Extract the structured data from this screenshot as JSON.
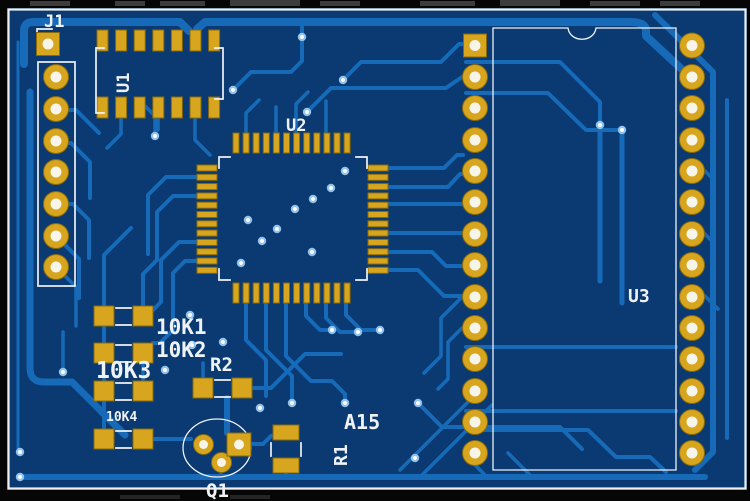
{
  "board": {
    "designators": {
      "j1": "J1",
      "u1": "U1",
      "u2": "U2",
      "u3": "U3",
      "r10k1": "10K1",
      "r10k2": "10K2",
      "r10k3": "10K3",
      "r10k4": "10K4",
      "r2": "R2",
      "r1": "R1",
      "a15": "A15",
      "q1": "Q1"
    },
    "colors": {
      "frame": "#060606",
      "board": "#0b3a72",
      "outline": "#f0f0f0",
      "trace": "#176ab8",
      "pad": "#d8a51e",
      "pad_edge": "#8a6a08",
      "hole": "#f7f5ea",
      "via_ring": "#8fc3ee",
      "silkscreen": "#eef2f5"
    }
  }
}
